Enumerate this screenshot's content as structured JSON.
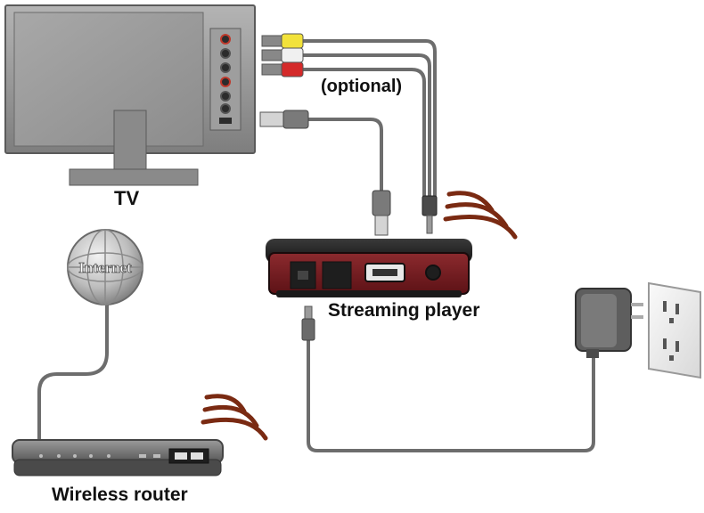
{
  "labels": {
    "tv": "TV",
    "optional": "(optional)",
    "streaming_player": "Streaming player",
    "wireless_router": "Wireless router",
    "globe": "Internet"
  },
  "colors": {
    "tv_body": "#8a8a8a",
    "tv_screen": "#9c9c9c",
    "player_body": "#2a1416",
    "player_front": "#7a1e22",
    "router_body": "#6e6e6e",
    "cable": "#6d6d6d",
    "wifi_waves": "#7a2a12",
    "rca_yellow": "#f2e23a",
    "rca_white": "#f0f0f0",
    "rca_red": "#d42a2a"
  }
}
